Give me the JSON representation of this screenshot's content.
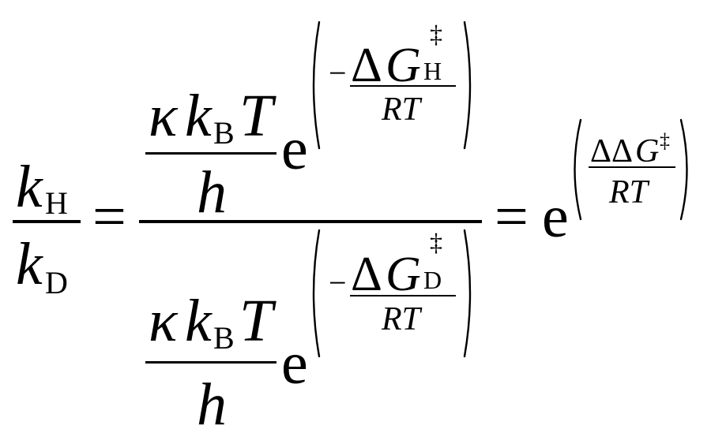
{
  "equation": {
    "lhs": {
      "num_var": "k",
      "num_sub": "H",
      "den_var": "k",
      "den_sub": "D"
    },
    "equals": "=",
    "middle": {
      "kappa": "κ",
      "k": "k",
      "k_sub": "B",
      "T": "T",
      "h": "h",
      "e": "e",
      "minus": "−",
      "delta": "Δ",
      "G": "G",
      "double_dagger": "‡",
      "num_exp_sub": "H",
      "den_exp_sub": "D",
      "RT": "RT"
    },
    "rhs": {
      "e": "e",
      "delta_delta_G": "ΔΔ",
      "G": "G",
      "double_dagger": "‡",
      "RT": "RT"
    }
  }
}
